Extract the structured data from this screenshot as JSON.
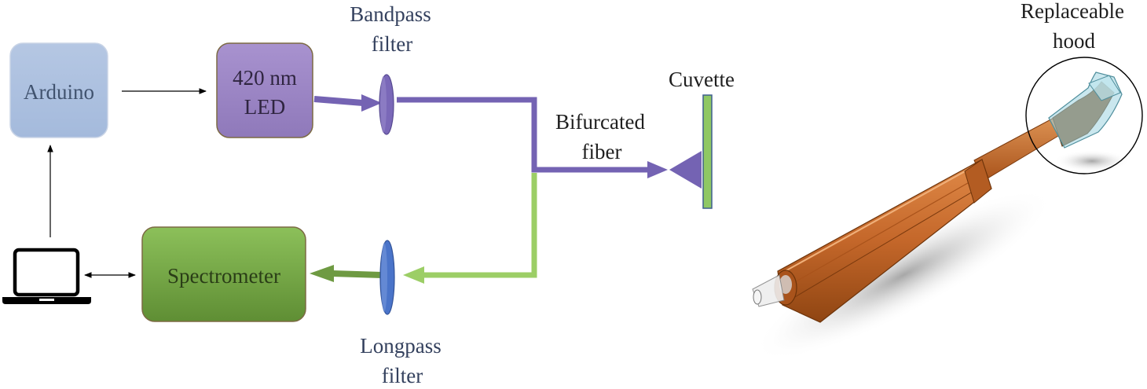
{
  "diagram": {
    "nodes": {
      "arduino": {
        "label": "Arduino",
        "color": "#aec2e0"
      },
      "led": {
        "label_line1": "420 nm",
        "label_line2": "LED",
        "color": "#9d85c4"
      },
      "spectrometer": {
        "label": "Spectrometer",
        "color": "#72a543"
      }
    },
    "labels": {
      "bandpass_line1": "Bandpass",
      "bandpass_line2": "filter",
      "bifurcated_line1": "Bifurcated",
      "bifurcated_line2": "fiber",
      "cuvette": "Cuvette",
      "longpass_line1": "Longpass",
      "longpass_line2": "filter",
      "hood_line1": "Replaceable",
      "hood_line2": "hood"
    },
    "colors": {
      "excitation_fiber": "#7463b3",
      "emission_fiber": "#9cce66",
      "emission_dark": "#6e9a42",
      "bandpass_filter": "#7a68b8",
      "longpass_filter": "#4a74c9",
      "cuvette": "#8fc864",
      "probe_body": "#c4672a",
      "hood": "#9fd4e0"
    },
    "icons": [
      "laptop-icon"
    ]
  }
}
